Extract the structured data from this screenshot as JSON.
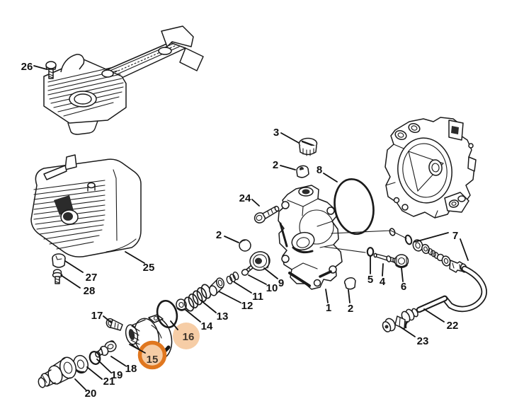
{
  "diagram": {
    "type": "exploded-parts-diagram",
    "description": "Exploded view line-art parts diagram with numbered callouts",
    "colors": {
      "background": "#ffffff",
      "line": "#1a1a1a",
      "label_text": "#111111",
      "highlight_label_text": "#40362c"
    },
    "highlight": {
      "ring_callout": "15",
      "fill_callout": "16",
      "ring_color": "#e0771f",
      "fill_color": "#f6cda6"
    },
    "callouts": {
      "n1": "1",
      "n2a": "2",
      "n2b": "2",
      "n2c": "2",
      "n3": "3",
      "n4": "4",
      "n5": "5",
      "n6": "6",
      "n7": "7",
      "n8": "8",
      "n9": "9",
      "n10": "10",
      "n11": "11",
      "n12": "12",
      "n13": "13",
      "n14": "14",
      "n15": "15",
      "n16": "16",
      "n17": "17",
      "n18": "18",
      "n19": "19",
      "n20": "20",
      "n21": "21",
      "n22": "22",
      "n23": "23",
      "n24": "24",
      "n25": "25",
      "n26": "26",
      "n27": "27",
      "n28": "28"
    }
  }
}
